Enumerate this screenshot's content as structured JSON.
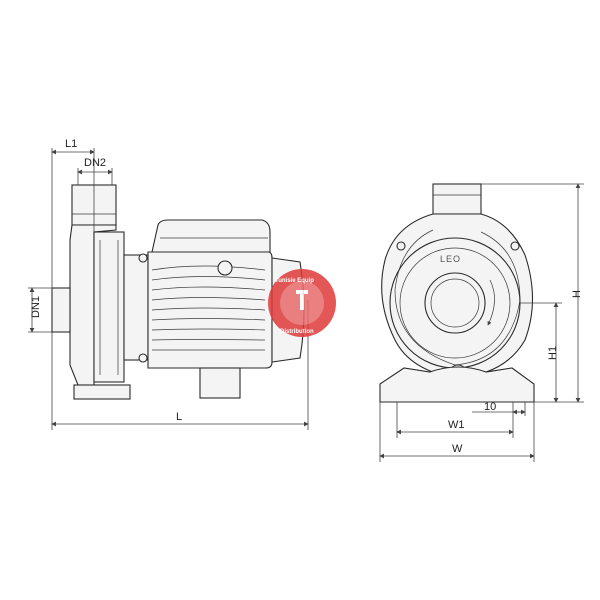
{
  "brand_mark": "LEO",
  "watermark": {
    "line1": "Tunisie Equip",
    "line2": "Distribution",
    "color": "#e03a3a"
  },
  "dimensions": {
    "L1": "L1",
    "DN2": "DN2",
    "DN1": "DN1",
    "L": "L",
    "H": "H",
    "H1": "H1",
    "W1": "W1",
    "W": "W",
    "ten": "10"
  }
}
